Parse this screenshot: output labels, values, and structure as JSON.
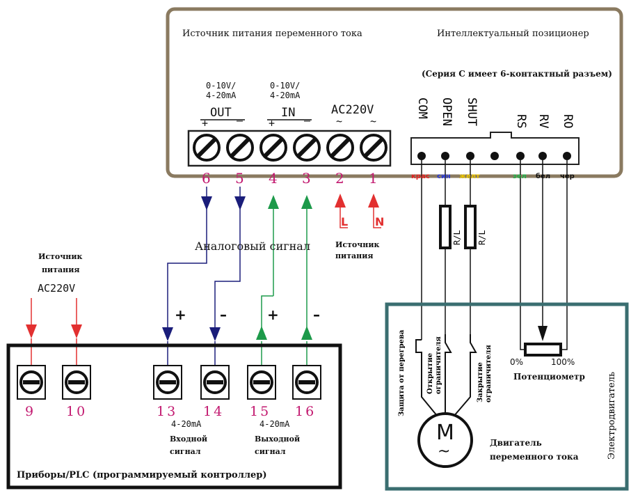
{
  "positioner_box": {
    "title_left": "Источник питания переменного тока",
    "title_right": "Интеллектуальный позиционер",
    "series_note": "(Серия С имеет 6-контактный разъем)"
  },
  "terminal_groups": {
    "out_range": [
      "0-10V/",
      "4-20mA"
    ],
    "in_range": [
      "0-10V/",
      "4-20mA"
    ],
    "out_label": "OUT",
    "in_label": "IN",
    "ac_label": "AC220V",
    "plus": "+",
    "minus": "–",
    "tilde": "~"
  },
  "terminals_top": [
    "6",
    "5",
    "4",
    "3",
    "2",
    "1"
  ],
  "lines": {
    "L": "L",
    "N": "N"
  },
  "connector": {
    "pins": [
      "COM",
      "OPEN",
      "SHUT",
      "RS",
      "RV",
      "RO"
    ],
    "wire_colors": [
      {
        "label": "крас",
        "color": "#e02020"
      },
      {
        "label": "син",
        "color": "#2a3ad0"
      },
      {
        "label": "желт",
        "color": "#e8c300"
      },
      {
        "label": "зел",
        "color": "#22b04a"
      },
      {
        "label": "бел",
        "color": "#111111"
      },
      {
        "label": "чер",
        "color": "#111111"
      }
    ]
  },
  "limit_switch_label": "R/L",
  "analog_signal": "Аналоговый сигнал",
  "power_source_right": [
    "Источник",
    "питания"
  ],
  "power_source_left": [
    "Источник",
    "питания"
  ],
  "power_source_left_voltage": "AC220V",
  "signs": {
    "plus": "+",
    "minus": "–"
  },
  "controller_box": {
    "terminals": [
      "9",
      "10",
      "13",
      "14",
      "15",
      "16"
    ],
    "input_range": "4-20mA",
    "output_range": "4-20mA",
    "input_signal": [
      "Входной",
      "сигнал"
    ],
    "output_signal": [
      "Выходной",
      "сигнал"
    ],
    "title": "Приборы/PLC (программируемый контроллер)"
  },
  "motor_box": {
    "overheat": "Защита от перегрева",
    "open_limit": [
      "Открытие",
      "ограничителя"
    ],
    "close_limit": [
      "Закрытие",
      "ограничителя"
    ],
    "pot_min": "0%",
    "pot_max": "100%",
    "pot_label": "Потенциометр",
    "motor_symbol": "M",
    "motor_tilde": "~",
    "motor_label": [
      "Двигатель",
      "переменного тока"
    ],
    "side_label": "Электродвигатель"
  },
  "colors": {
    "blue_wire": "#1a1d7a",
    "green_wire": "#1d9a4a",
    "red_wire": "#e23030",
    "positioner_border": "#8a7a60",
    "motor_border": "#3a6e70",
    "pin_number": "#c2186f"
  }
}
